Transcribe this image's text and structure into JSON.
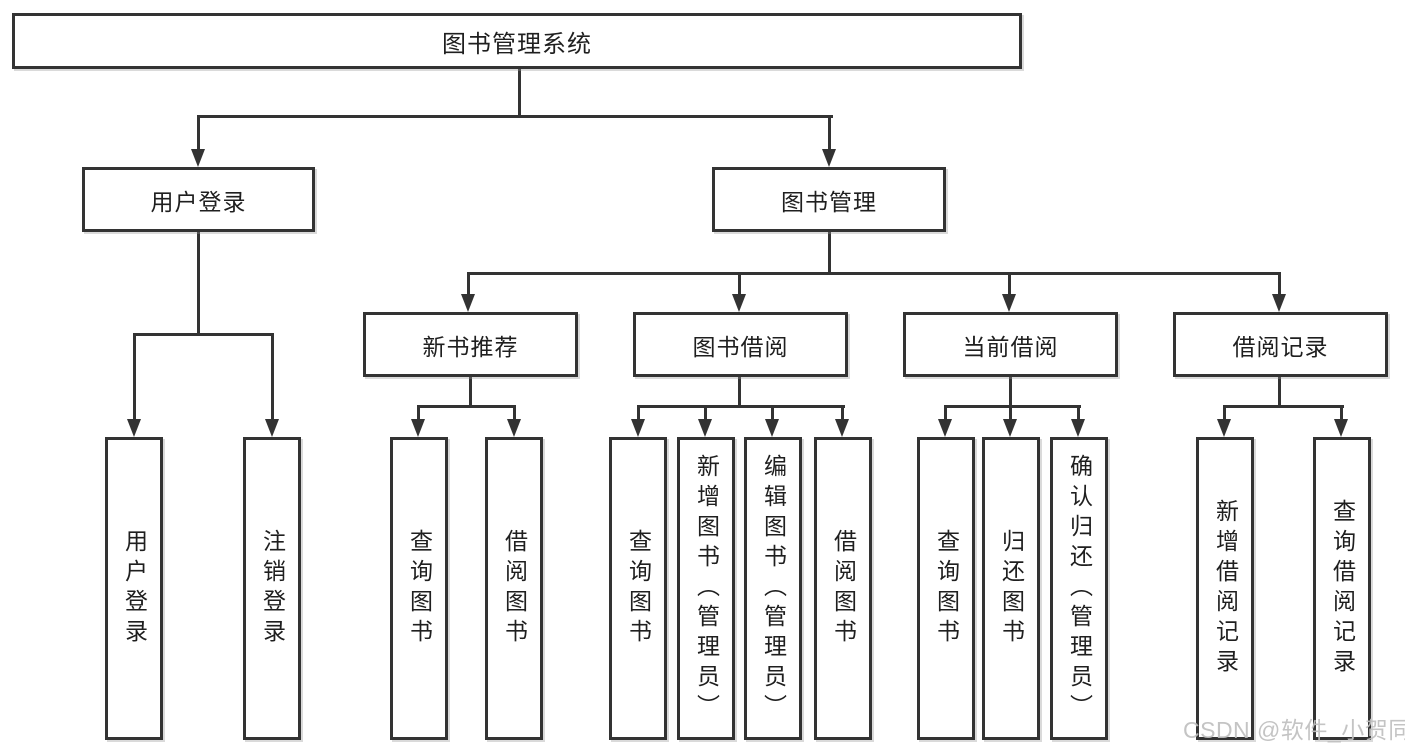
{
  "diagram_title": "图书管理系统",
  "watermark": "CSDN @软件_小贺同学",
  "colors": {
    "line": "#333333",
    "text": "#1f1f1f",
    "background": "#ffffff",
    "watermark": "#bfbfbf"
  },
  "tree": {
    "root": {
      "label": "图书管理系统"
    },
    "branches": [
      {
        "label": "用户登录",
        "children": [
          {
            "label": "用户登录"
          },
          {
            "label": "注销登录"
          }
        ]
      },
      {
        "label": "图书管理",
        "children": [
          {
            "label": "新书推荐",
            "children": [
              {
                "label": "查询图书"
              },
              {
                "label": "借阅图书"
              }
            ]
          },
          {
            "label": "图书借阅",
            "children": [
              {
                "label": "查询图书"
              },
              {
                "label": "新增图书（管理员）"
              },
              {
                "label": "编辑图书（管理员）"
              },
              {
                "label": "借阅图书"
              }
            ]
          },
          {
            "label": "当前借阅",
            "children": [
              {
                "label": "查询图书"
              },
              {
                "label": "归还图书"
              },
              {
                "label": "确认归还（管理员）"
              }
            ]
          },
          {
            "label": "借阅记录",
            "children": [
              {
                "label": "新增借阅记录"
              },
              {
                "label": "查询借阅记录"
              }
            ]
          }
        ]
      }
    ]
  }
}
